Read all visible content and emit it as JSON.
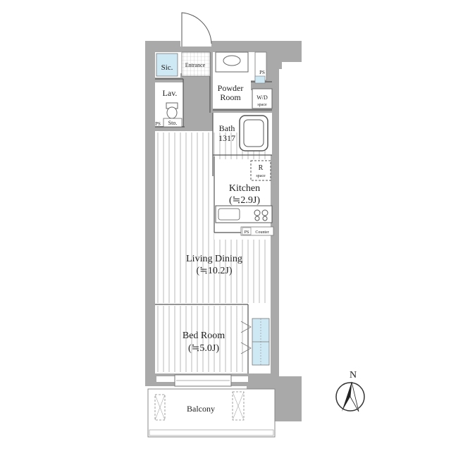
{
  "rooms": {
    "entrance": "Entrance",
    "sic": "Sic.",
    "lav": "Lav.",
    "ps": "PS",
    "sto": "Sto.",
    "powder_line1": "Powder",
    "powder_line2": "Room",
    "wd_line1": "W/D",
    "wd_line2": "space",
    "bath_line1": "Bath",
    "bath_line2": "1317",
    "r_line1": "R",
    "r_line2": "space",
    "kitchen_line1": "Kitchen",
    "kitchen_line2": "(≒2.9J)",
    "counter": "Counter",
    "living_line1": "Living Dining",
    "living_line2": "(≒10.2J)",
    "bed_line1": "Bed Room",
    "bed_line2": "(≒5.0J)",
    "balcony": "Balcony"
  },
  "compass": {
    "label": "N"
  },
  "colors": {
    "wall": "#a9a9a9",
    "closet": "#cfe9f4",
    "line": "#555555"
  }
}
